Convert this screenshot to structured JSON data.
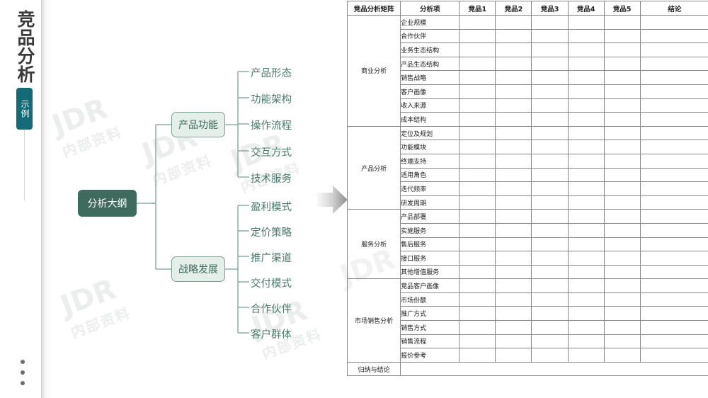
{
  "sidebar": {
    "title": "竞品分析",
    "badge": "示例",
    "dots_icon": "three-dots-icon"
  },
  "watermark": {
    "main": "JDR",
    "sub": "内部资料"
  },
  "mindmap": {
    "root": "分析大纲",
    "arrow_icon": "arrow-right-icon",
    "branches": [
      {
        "label": "产品功能",
        "leaves": [
          "产品形态",
          "功能架构",
          "操作流程",
          "交互方式",
          "技术服务"
        ]
      },
      {
        "label": "战略发展",
        "leaves": [
          "盈利模式",
          "定价策略",
          "推广渠道",
          "交付模式",
          "合作伙伴",
          "客户群体"
        ]
      }
    ],
    "colors": {
      "root_bg": "#3f6b5f",
      "root_text": "#ffffff",
      "branch_bg": "#e4efe9",
      "branch_border": "#7ba194",
      "leaf_text": "#4a7a6c",
      "badge_bg": "#136b77"
    }
  },
  "matrix": {
    "headers": [
      "竞品分析矩阵",
      "分析项",
      "竞品1",
      "竞品2",
      "竞品3",
      "竞品4",
      "竞品5",
      "结论"
    ],
    "groups": [
      {
        "name": "商业分析",
        "items": [
          "企业规模",
          "合作伙伴",
          "业务生态结构",
          "产品生态结构",
          "销售战略",
          "客户画像",
          "收入来源",
          "成本结构"
        ]
      },
      {
        "name": "产品分析",
        "items": [
          "定位及规划",
          "功能模块",
          "终端支持",
          "适用角色",
          "迭代频率",
          "研发周期"
        ]
      },
      {
        "name": "服务分析",
        "items": [
          "产品部署",
          "实施服务",
          "售后服务",
          "接口服务",
          "其他增值服务"
        ]
      },
      {
        "name": "市场销售分析",
        "items": [
          "竞品客户画像",
          "市场份额",
          "推广方式",
          "销售方式",
          "销售流程",
          "报价参考"
        ]
      }
    ],
    "footer": {
      "name": "归纳与结论"
    }
  }
}
